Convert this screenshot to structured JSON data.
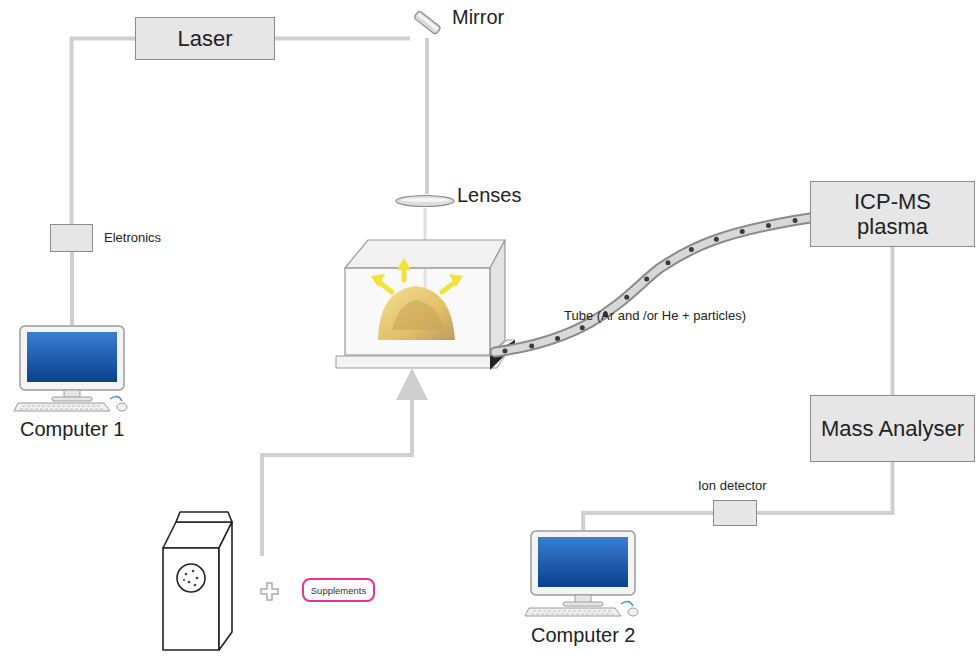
{
  "diagram": {
    "nodes": [
      {
        "text": [
          "Laser"
        ]
      },
      {
        "text": [
          "Mirror"
        ]
      },
      {
        "text": [
          "Lenses"
        ]
      },
      {
        "text": [
          "Eletronics"
        ]
      },
      {
        "text": [
          "Computer 1"
        ]
      },
      {
        "text": [
          "ICP-MS plasma"
        ]
      },
      {
        "text": [
          "Mass Analyser"
        ]
      },
      {
        "text": [
          "Ion detector"
        ]
      },
      {
        "text": [
          "Computer 2"
        ]
      },
      {
        "text": [
          "Supplements"
        ]
      }
    ],
    "edges": [
      {
        "from": 0,
        "to": 1,
        "arrow": "none"
      },
      {
        "from": 1,
        "to": 2,
        "arrow": "none"
      },
      {
        "from": 3,
        "to": 0,
        "arrow": "none"
      },
      {
        "from": 4,
        "to": 3,
        "arrow": "none"
      },
      {
        "from": 5,
        "to": 6,
        "arrow": "none"
      },
      {
        "from": 6,
        "to": 7,
        "arrow": "none"
      },
      {
        "from": 7,
        "to": 8,
        "arrow": "none"
      }
    ],
    "labels": [
      "Tube (Ar and /or He + particles)"
    ]
  }
}
